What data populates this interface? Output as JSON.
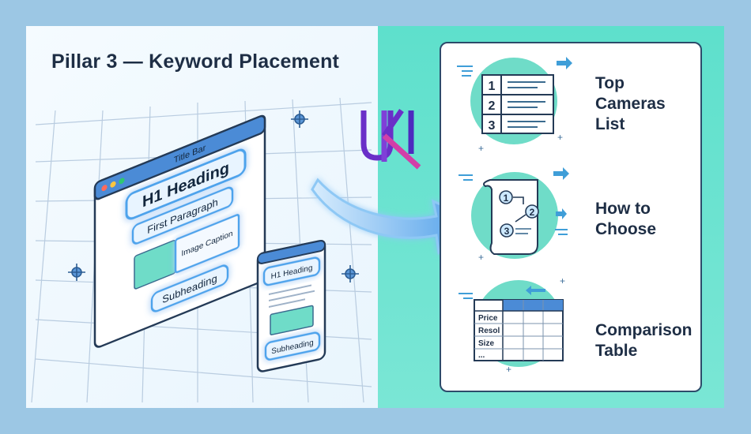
{
  "title": "Pillar 3 — Keyword Placement",
  "desktop": {
    "title_bar": "Title Bar",
    "h1": "H1 Heading",
    "first_paragraph": "First Paragraph",
    "image_caption": "Image Caption",
    "subheading": "Subheading"
  },
  "mobile": {
    "h1": "H1 Heading",
    "subheading": "Subheading"
  },
  "logo_text": "UKI",
  "sections": [
    {
      "label_lines": [
        "Top",
        "Cameras",
        "List"
      ],
      "list_numbers": [
        "1",
        "2",
        "3"
      ]
    },
    {
      "label_lines": [
        "How to",
        "Choose"
      ],
      "step_numbers": [
        "1",
        "2",
        "3"
      ]
    },
    {
      "label_lines": [
        "Comparison",
        "Table"
      ],
      "table_rows": [
        "Price",
        "Resol",
        "Size",
        "..."
      ]
    }
  ],
  "colors": {
    "outer_bg": "#9cc7e4",
    "teal": "#5ee0cc",
    "navy": "#1e2e45",
    "highlight": "#4da3ec",
    "mint": "#6fdcc8",
    "logo_purple": "#6a2fc8"
  }
}
